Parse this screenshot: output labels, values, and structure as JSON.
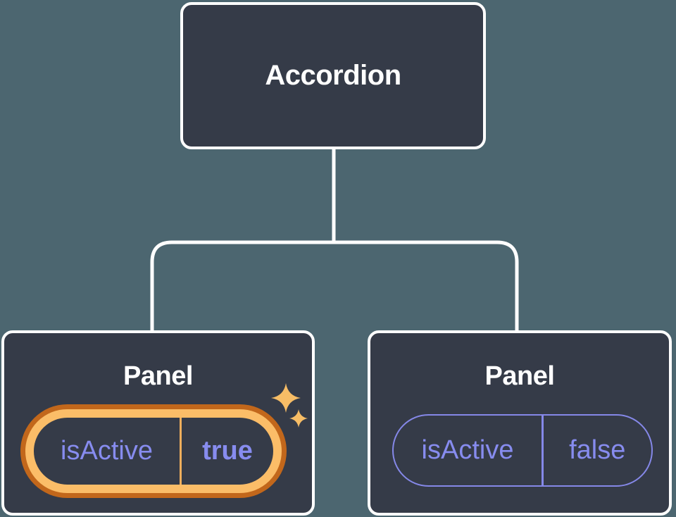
{
  "diagram": {
    "root": {
      "label": "Accordion"
    },
    "panels": [
      {
        "title": "Panel",
        "state_key": "isActive",
        "state_value": "true",
        "highlighted": true
      },
      {
        "title": "Panel",
        "state_key": "isActive",
        "state_value": "false",
        "highlighted": false
      }
    ]
  },
  "icons": [
    "sparkles-icon"
  ],
  "colors": {
    "bg": "#4C6670",
    "node-fill": "#353B48",
    "node-border": "#FFFFFF",
    "connector": "#FFFFFF",
    "title-text": "#FFFFFF",
    "state-text": "#878CEF",
    "pill-border": "#8588E8",
    "highlight-outer": "#C2671B",
    "highlight-inner": "#FBBD68",
    "highlight-divider": "#EFAE5C",
    "sparkle": "#F7BD66"
  }
}
